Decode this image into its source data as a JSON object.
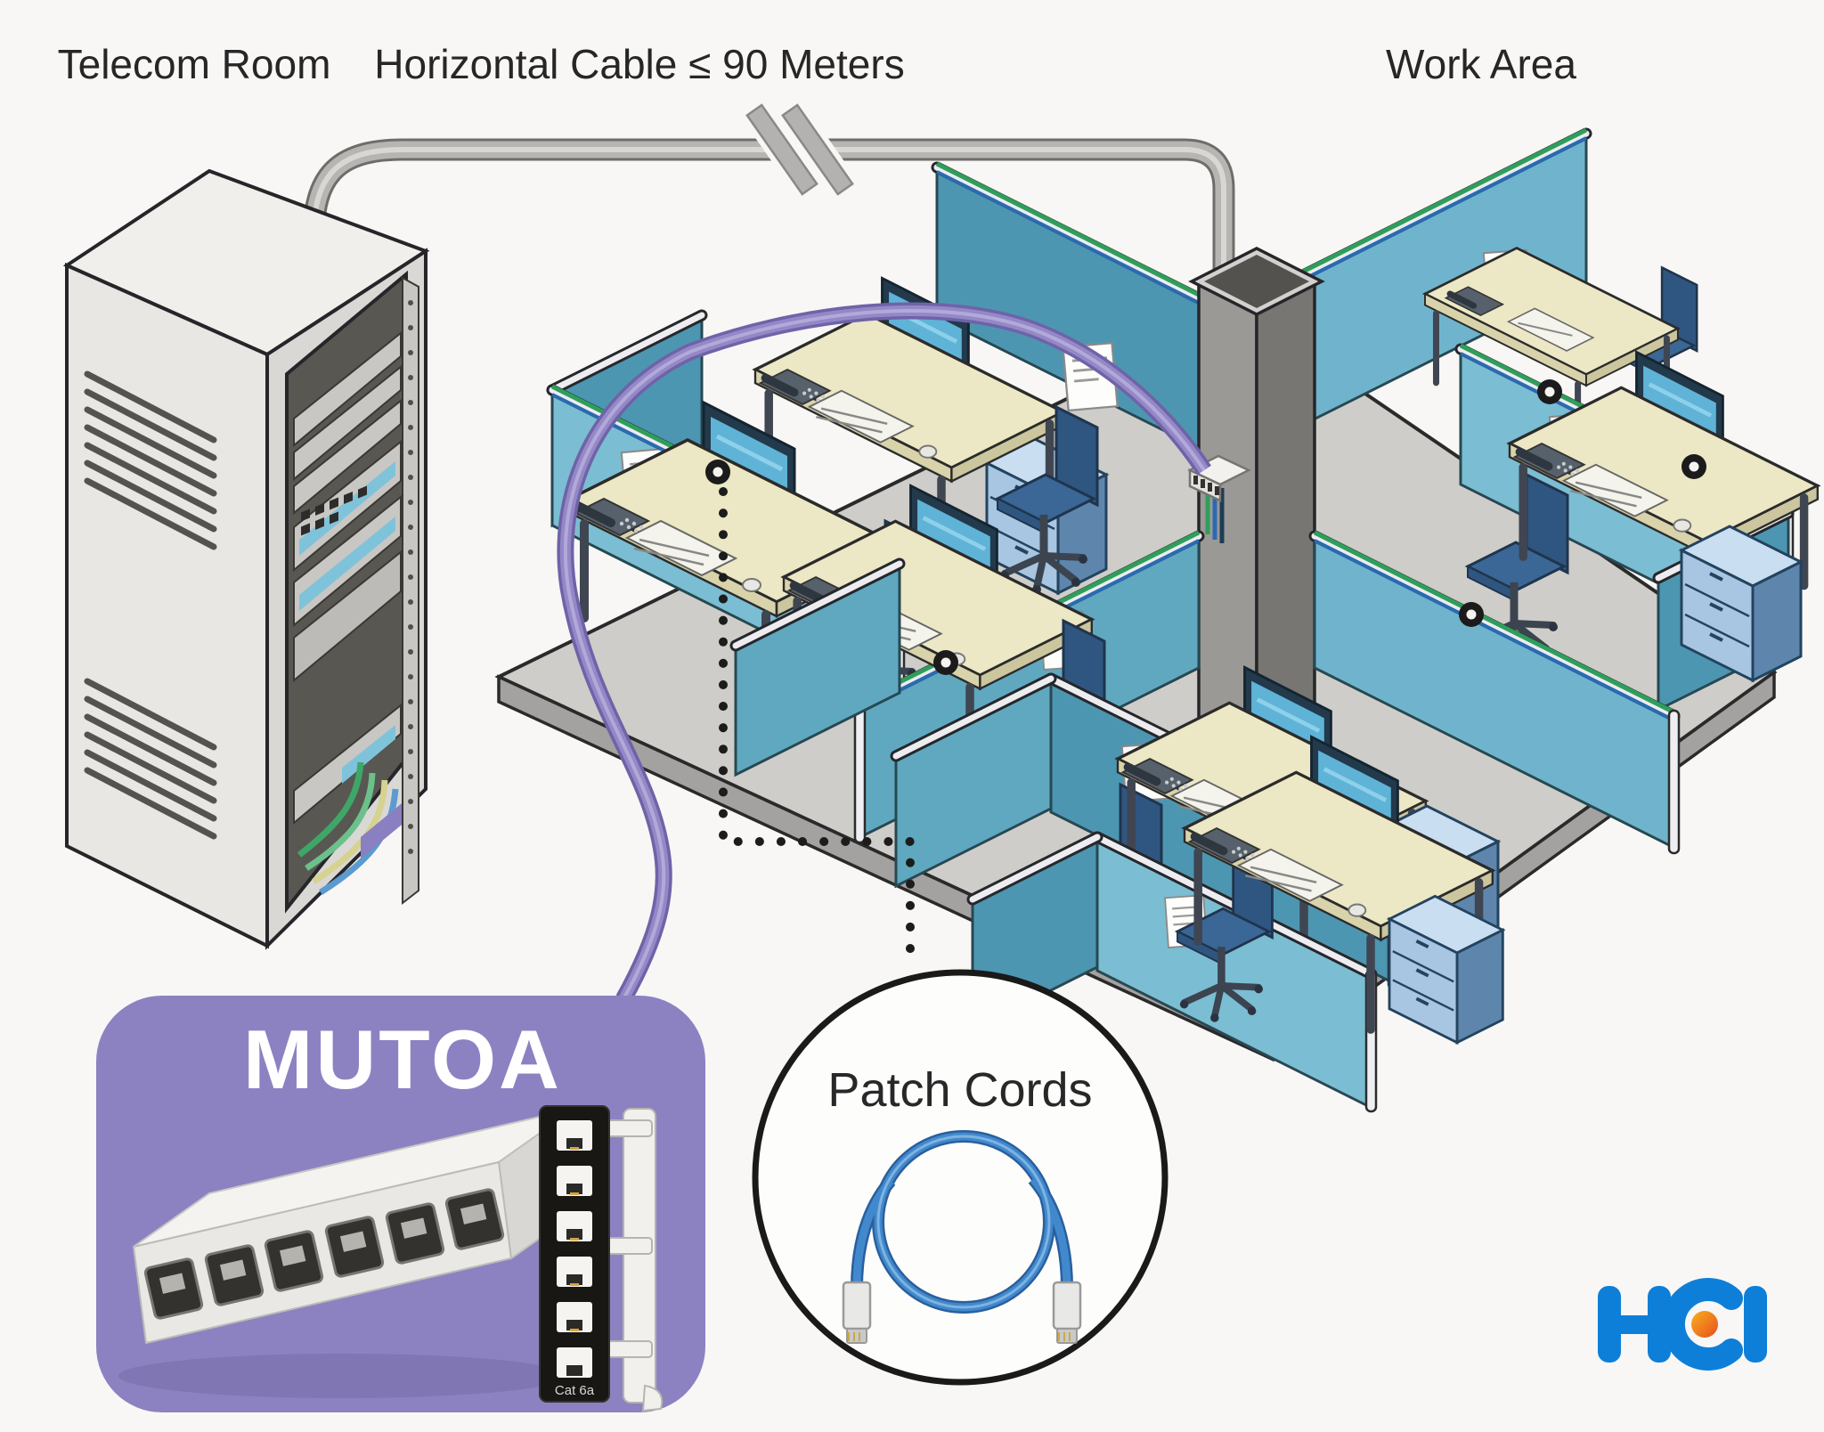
{
  "labels": {
    "telecom_room": "Telecom Room",
    "horizontal_cable": "Horizontal Cable ≤ 90 Meters",
    "work_area": "Work Area"
  },
  "mutoa": {
    "title": "MUTOA",
    "patch_panel_label": "Cat 6a"
  },
  "patch_cords": {
    "title": "Patch Cords"
  },
  "logo": {
    "text": "HCI"
  },
  "colors": {
    "background": "#f8f7f5",
    "label_text": "#262626",
    "cable_gray": "#b7b5b2",
    "cable_gray_dark": "#6f6d6a",
    "mutoa_purple": "#8c82c2",
    "feed_cable_purple": "#8679bd",
    "wall_teal_dark": "#4d96b2",
    "wall_teal_mid": "#5fa8c0",
    "wall_teal_light": "#7bbdd2",
    "desk_cream": "#ece7c4",
    "chair_blue": "#3a6795",
    "drawer_blue": "#a8c6e2",
    "floor_gray": "#cecdc9",
    "screen_blue": "#5fb3d6",
    "cord_blue": "#3c7fc0",
    "run_green": "#2f9e5b",
    "run_blue": "#2a6ab2",
    "logo_blue": "#0e7fd8",
    "logo_orange": "#f07a1e",
    "outline": "#2b2b2b"
  },
  "icons": {
    "cable_break_icon": "double slash break in horizontal cable",
    "telecom_outlet_icon": "black donut wall outlet",
    "riser_column_icon": "gray vertical cable duct",
    "server_rack_icon": "open telecom rack with equipment",
    "surface_mount_box_icon": "6-port MUTOA surface box",
    "patch_panel_icon": "vertical Cat 6a patch panel",
    "patch_cord_icon": "blue looped RJ45 patch cord"
  }
}
